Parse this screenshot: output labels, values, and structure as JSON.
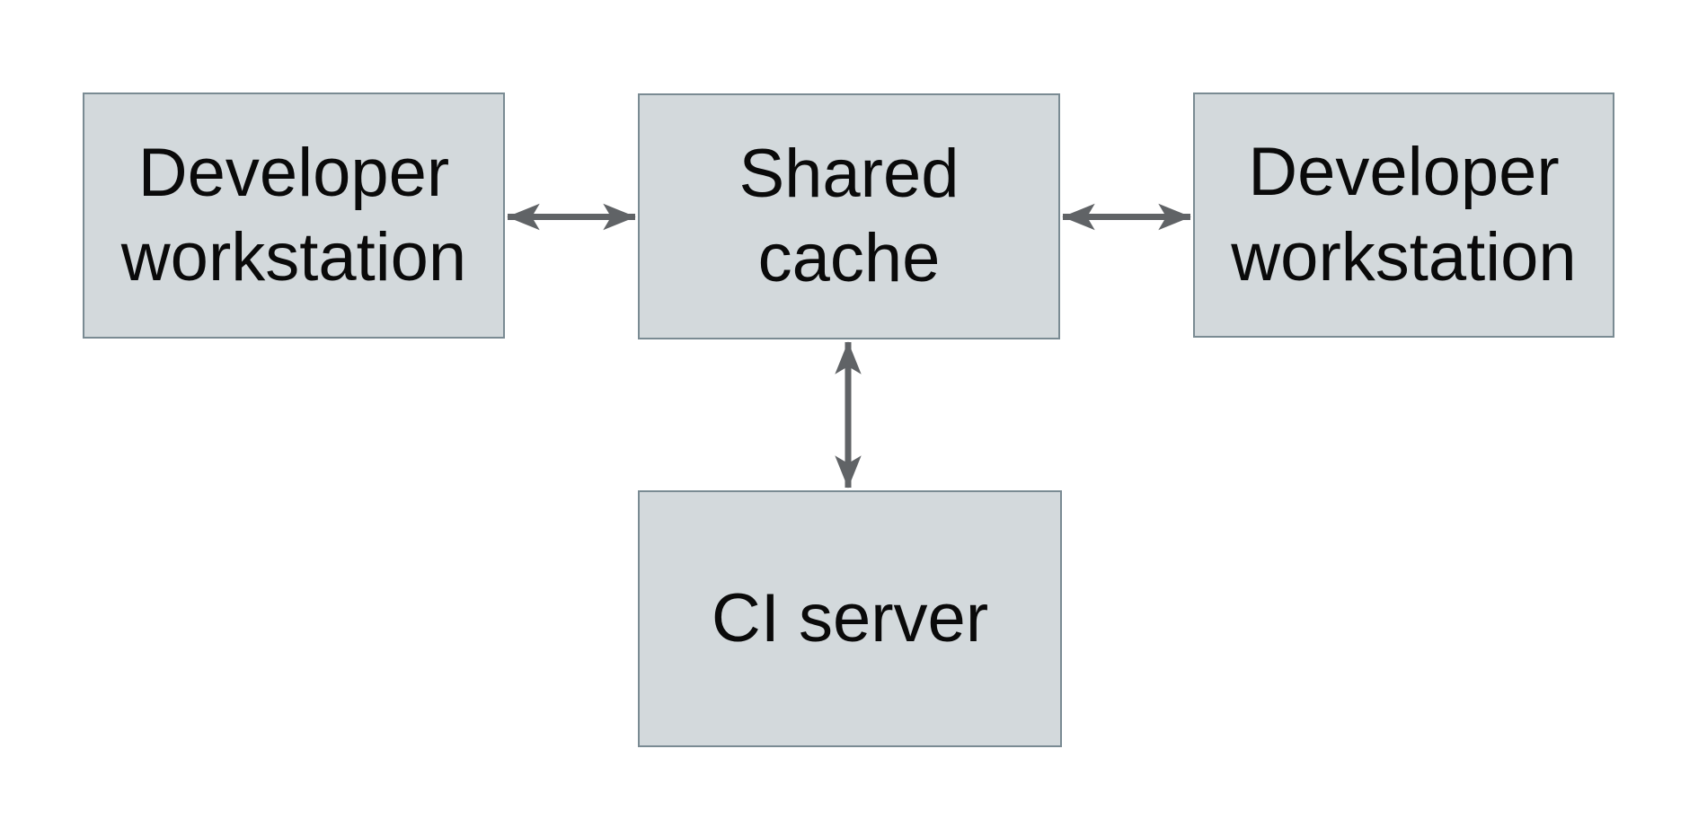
{
  "diagram": {
    "type": "architecture-diagram",
    "description": "Shared cache topology: two developer workstations and a CI server connected bidirectionally to a central shared cache",
    "nodes": [
      {
        "id": "dev-left",
        "label": "Developer workstation"
      },
      {
        "id": "shared-cache",
        "label": "Shared cache"
      },
      {
        "id": "dev-right",
        "label": "Developer workstation"
      },
      {
        "id": "ci-server",
        "label": "CI server"
      }
    ],
    "edges": [
      {
        "from": "dev-left",
        "to": "shared-cache",
        "direction": "bidirectional",
        "orientation": "horizontal"
      },
      {
        "from": "shared-cache",
        "to": "dev-right",
        "direction": "bidirectional",
        "orientation": "horizontal"
      },
      {
        "from": "shared-cache",
        "to": "ci-server",
        "direction": "bidirectional",
        "orientation": "vertical"
      }
    ],
    "colors": {
      "background": "#ffffff",
      "node_fill": "#d3d9dc",
      "node_border": "#7a8b93",
      "arrow": "#606366",
      "text": "#0a0a0a"
    }
  }
}
